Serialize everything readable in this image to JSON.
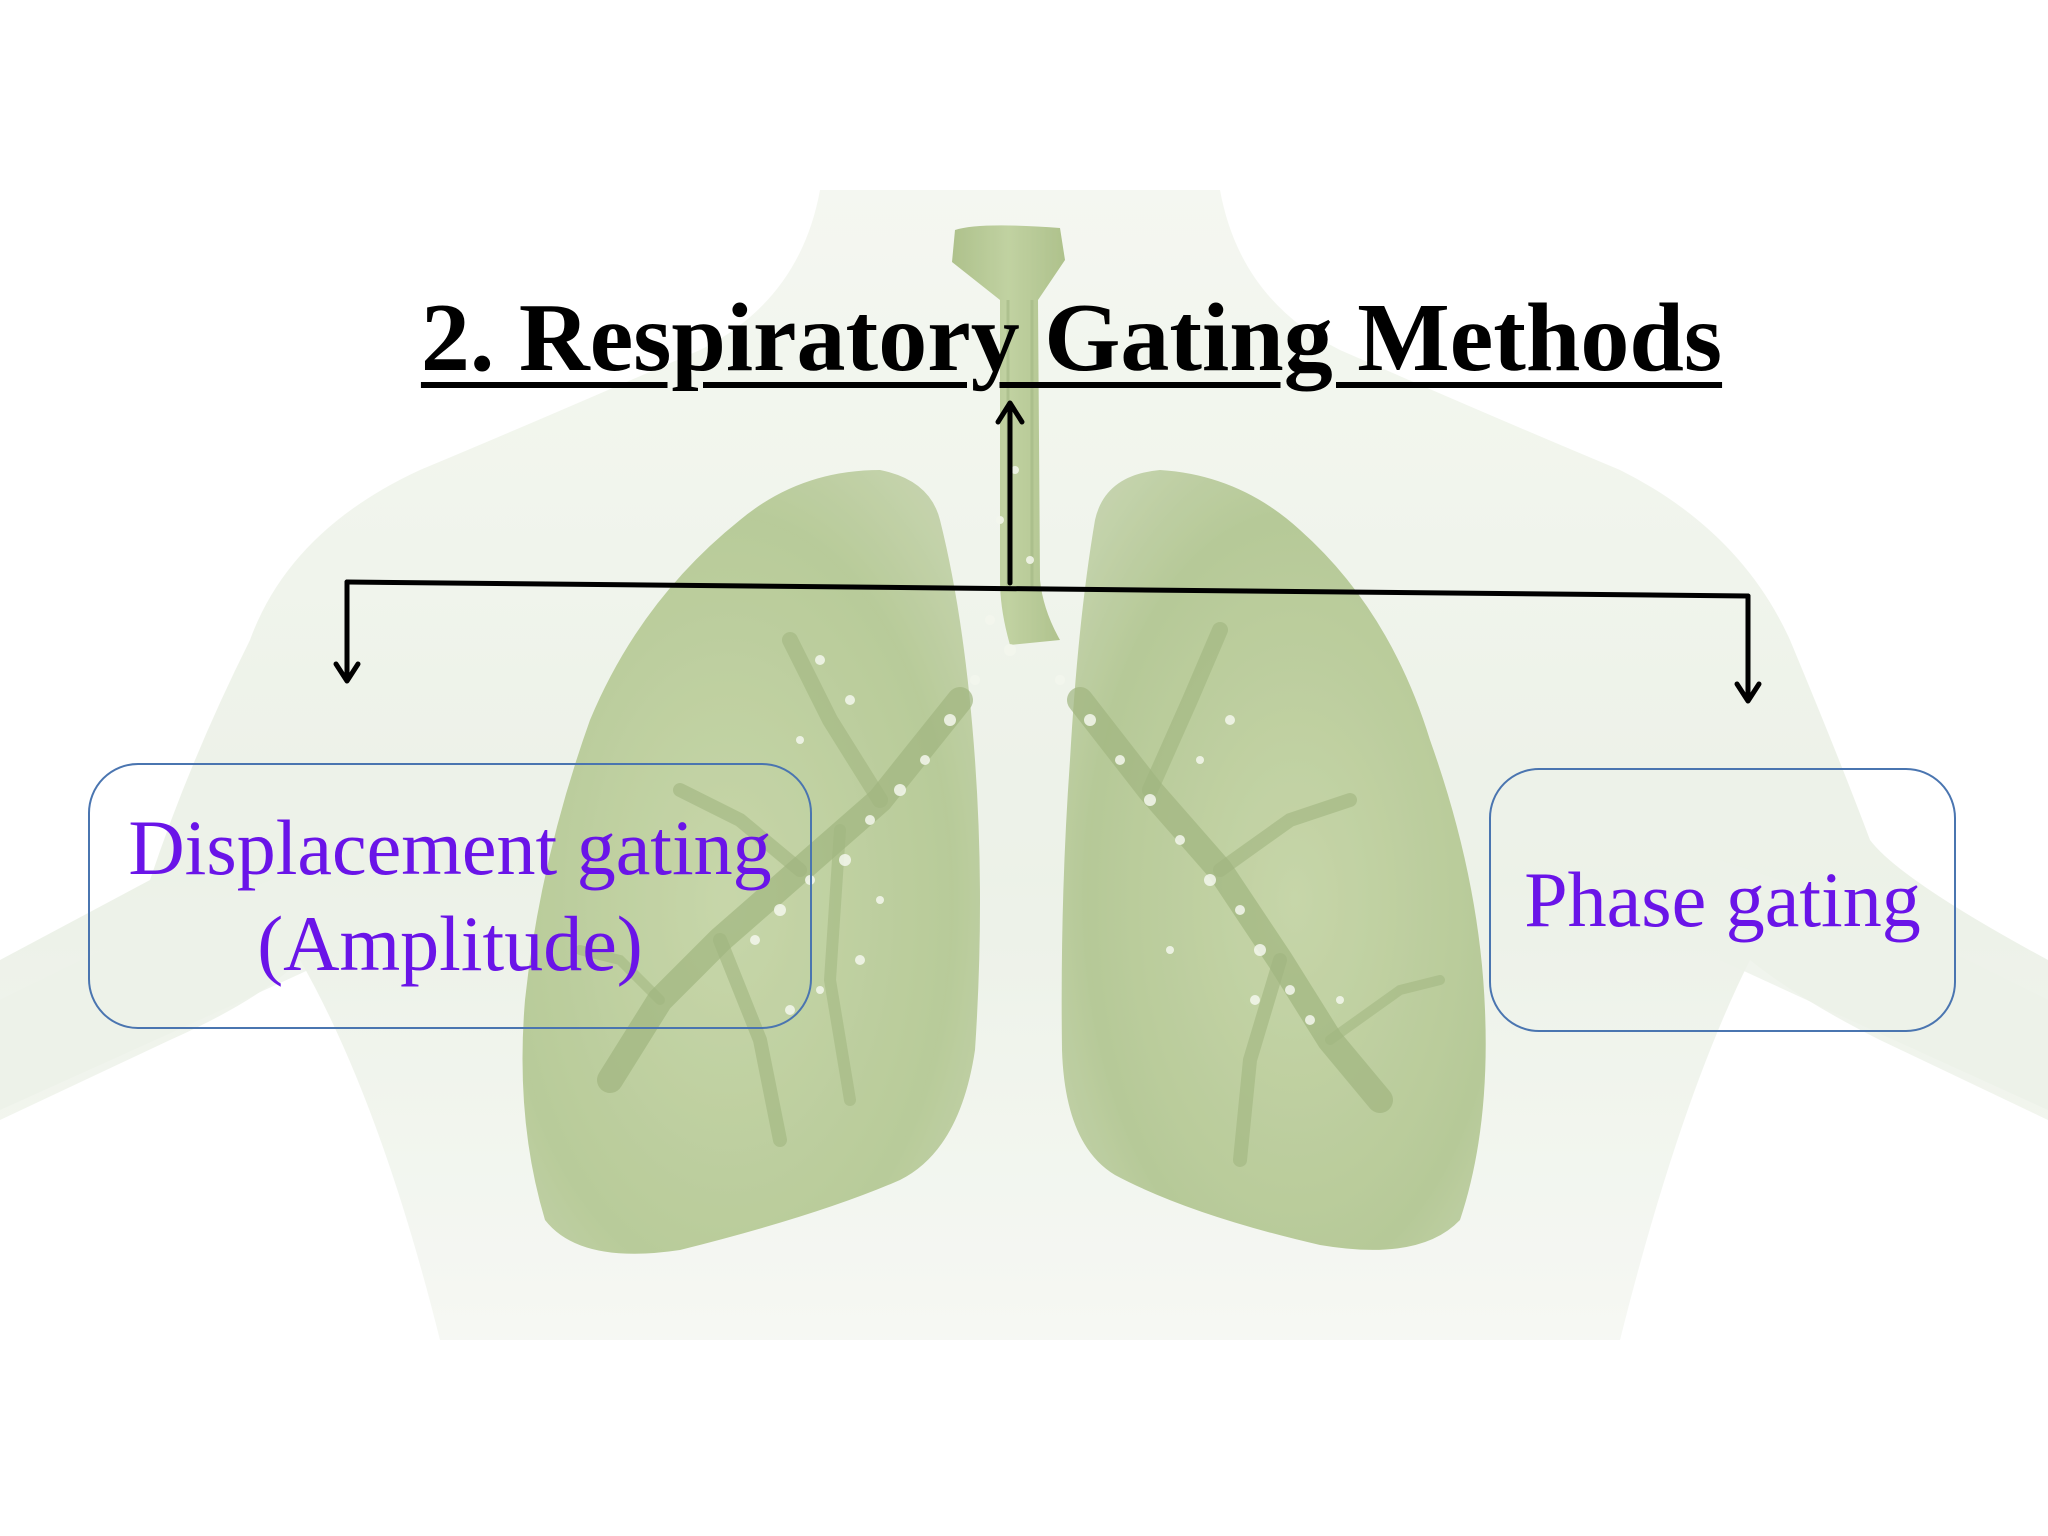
{
  "slide": {
    "title": "2. Respiratory Gating Methods",
    "methods": [
      {
        "line1": "Displacement gating",
        "line2": "(Amplitude)"
      },
      {
        "line1": "Phase gating"
      }
    ]
  },
  "colors": {
    "title": "#000000",
    "method_text": "#6a14e8",
    "box_border": "#4a75b0",
    "lung_tint": "#a6bd7e",
    "body_tint": "#e7eee0"
  },
  "background_illustration": "lungs-and-torso"
}
